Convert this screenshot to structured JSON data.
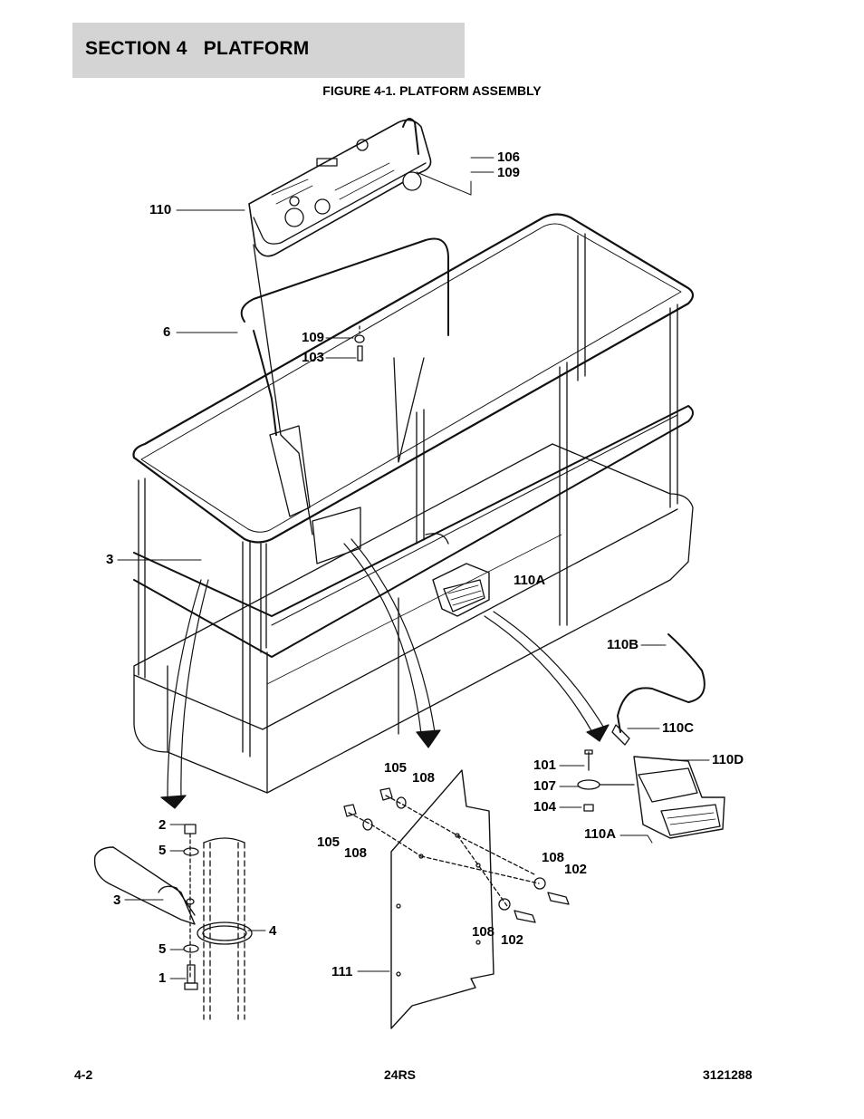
{
  "header": {
    "section_label": "SECTION 4",
    "section_name": "PLATFORM"
  },
  "figure": {
    "number": "FIGURE 4-1.",
    "title": "PLATFORM ASSEMBLY"
  },
  "callouts": [
    {
      "id": "c106",
      "label": "106"
    },
    {
      "id": "c109a",
      "label": "109"
    },
    {
      "id": "c110",
      "label": "110"
    },
    {
      "id": "c6",
      "label": "6"
    },
    {
      "id": "c109b",
      "label": "109"
    },
    {
      "id": "c103",
      "label": "103"
    },
    {
      "id": "c3a",
      "label": "3"
    },
    {
      "id": "c110A1",
      "label": "110A"
    },
    {
      "id": "c110B",
      "label": "110B"
    },
    {
      "id": "c110C",
      "label": "110C"
    },
    {
      "id": "c110D",
      "label": "110D"
    },
    {
      "id": "c101",
      "label": "101"
    },
    {
      "id": "c107",
      "label": "107"
    },
    {
      "id": "c104",
      "label": "104"
    },
    {
      "id": "c110A2",
      "label": "110A"
    },
    {
      "id": "c105a",
      "label": "105"
    },
    {
      "id": "c108a",
      "label": "108"
    },
    {
      "id": "c105b",
      "label": "105"
    },
    {
      "id": "c108b",
      "label": "108"
    },
    {
      "id": "c108c",
      "label": "108"
    },
    {
      "id": "c102a",
      "label": "102"
    },
    {
      "id": "c108d",
      "label": "108"
    },
    {
      "id": "c102b",
      "label": "102"
    },
    {
      "id": "c111",
      "label": "111"
    },
    {
      "id": "c2",
      "label": "2"
    },
    {
      "id": "c5a",
      "label": "5"
    },
    {
      "id": "c3b",
      "label": "3"
    },
    {
      "id": "c4",
      "label": "4"
    },
    {
      "id": "c5b",
      "label": "5"
    },
    {
      "id": "c1",
      "label": "1"
    }
  ],
  "footer": {
    "page": "4-2",
    "model": "24RS",
    "doc_number": "3121288"
  }
}
